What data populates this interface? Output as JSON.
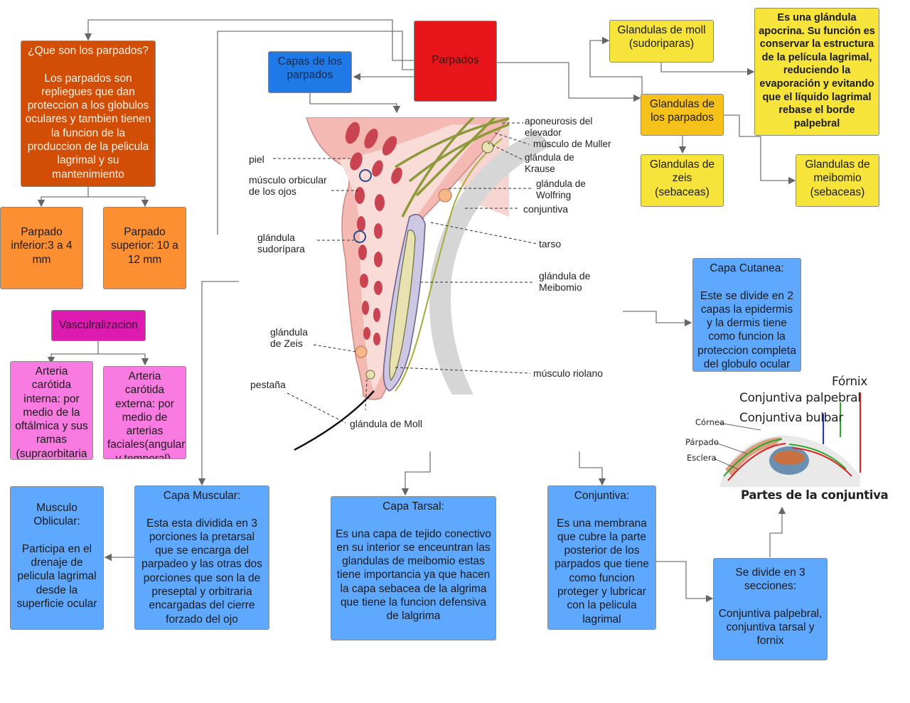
{
  "colors": {
    "red": "#e8161b",
    "blue_dark": "#1f7ae8",
    "orange_dark": "#d24e07",
    "orange": "#fb8f32",
    "magenta": "#dd1bb0",
    "pink": "#f97ae0",
    "yellow": "#f7e43b",
    "light_blue": "#5fa8ff"
  },
  "nodes": {
    "parpados": "Parpados",
    "que_son": "¿Que son los parpados?\n\nLos parpados son repliegues que dan proteccion a los globulos oculares y tambien tienen la funcion de la produccion de la pelicula lagrimal y su mantenimiento",
    "capas": "Capas de los parpados",
    "parpado_inferior": "Parpado inferior:3 a 4 mm",
    "parpado_superior": "Parpado superior: 10 a 12 mm",
    "vascularizacion": "Vasculralizacion",
    "arteria_interna": "Arteria carótida interna: por medio de la oftálmica y sus ramas (supraorbitaria y lagrimal).",
    "arteria_externa": "Arteria carótida externa: por medio de arterias faciales(angular y temporal).",
    "glandulas_moll": "Glandulas de moll (sudoriparas)",
    "glandula_apocrina": "Es una glándula apocrina. Su función es conservar la estructura de la película lagrimal, reduciendo la evaporación y evitando que el líquido lagrimal rebase el borde palpebral",
    "glandulas_parpados": "Glandulas de los parpados",
    "glandulas_zeis": "Glandulas de zeis (sebaceas)",
    "glandulas_meibomio": "Glandulas de meibomio (sebaceas)",
    "capa_cutanea": "Capa Cutanea:\n\nEste se divide en 2 capas la epidermis y la dermis tiene como funcion la proteccion completa del globulo ocular",
    "musculo_oblicular": "Musculo Oblicular:\n\nParticipa en el drenaje de pelicula lagrimal desde la superficie ocular",
    "capa_muscular": "Capa Muscular:\n\nEsta esta dividida en 3 porciones la pretarsal que se encarga del parpadeo y las otras dos porciones que son la de preseptal y orbitraria encargadas del cierre forzado del ojo",
    "capa_tarsal": "Capa Tarsal:\n\nEs una capa  de tejido conectivo en su interior se enceuntran las glandulas de meibomio estas tiene importancia ya que hacen la capa sebacea de la algrima que tiene la funcion defensiva de lalgrima",
    "conjuntiva": "Conjuntiva:\n\nEs una membrana que cubre la parte posterior  de los parpados que tiene como funcion proteger y lubricar con la pelicula lagrimal",
    "divide_3": "Se divide en 3 secciones:\n\nConjuntiva palpebral, conjuntiva tarsal y fornix"
  },
  "anatomy_labels": {
    "aponeurosis": "aponeurosis del\nelevador",
    "muller": "músculo de Muller",
    "krause": "glándula de\nKrause",
    "wolfring": "glándula de\nWolfring",
    "conjuntiva": "conjuntiva",
    "tarso": "tarso",
    "meibomio": "glándula de\nMeibomio",
    "riolano": "músculo riolano",
    "moll": "glándula de Moll",
    "piel": "piel",
    "orbicular": "músculo orbicular\nde los ojos",
    "sudoripara": "glándula\nsudorípara",
    "zeis": "glándula\nde Zeis",
    "pestana": "pestaña"
  },
  "conjuntiva_figure": {
    "fornix": "Fórnix",
    "palpebral": "Conjuntiva palpebral",
    "bulbar": "Conjuntiva bulbar",
    "cornea": "Córnea",
    "parpado": "Párpado",
    "esclera": "Esclera",
    "title": "Partes de la conjuntiva"
  }
}
